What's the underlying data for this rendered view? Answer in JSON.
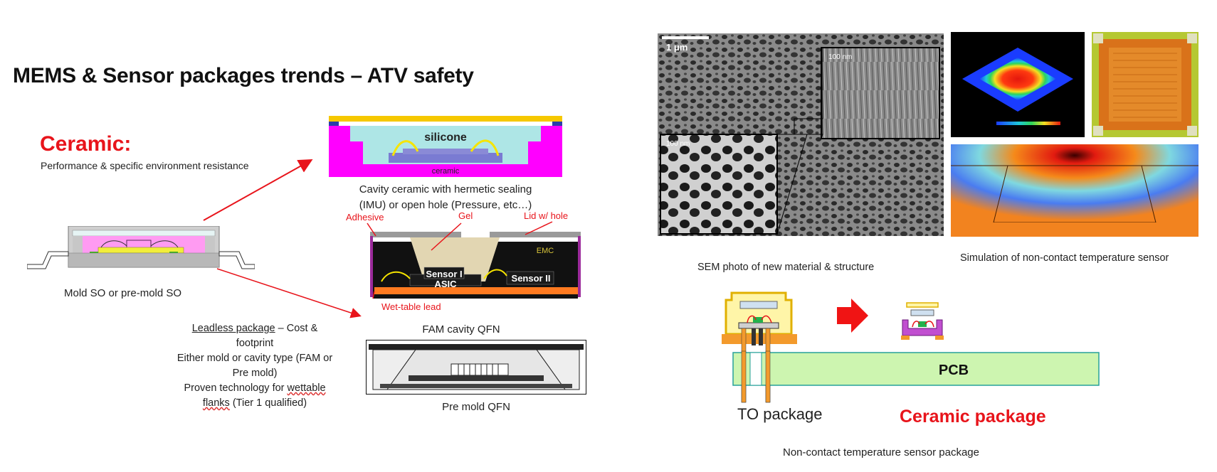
{
  "title": "MEMS & Sensor packages trends – ATV safety",
  "ceramic": {
    "heading": "Ceramic:",
    "subtitle": "Performance & specific environment resistance"
  },
  "cavity_ceramic": {
    "label_silicone": "silicone",
    "label_ceramic": "ceramic",
    "caption_line1": "Cavity ceramic with hermetic sealing",
    "caption_line2": "(IMU) or open hole (Pressure, etc…)"
  },
  "mold_so": {
    "caption": "Mold SO or pre-mold SO"
  },
  "fam_qfn": {
    "label_adhesive": "Adhesive",
    "label_gel": "Gel",
    "label_lid": "Lid w/ hole",
    "label_emc": "EMC",
    "label_sensor1": "Sensor I",
    "label_asic": "ASIC",
    "label_sensor2": "Sensor II",
    "label_lead": "Wet-table lead",
    "caption": "FAM cavity QFN"
  },
  "premold_qfn": {
    "caption": "Pre mold QFN"
  },
  "leadless": {
    "line1_underlined": "Leadless package",
    "line1_rest": " – Cost &",
    "line2": "footprint",
    "line3": "Either mold or cavity type (FAM or",
    "line4": "Pre mold)",
    "line5_a": "Proven technology for ",
    "line5_b": "wettable",
    "line6_a": "flanks",
    "line6_b": " (Tier 1 qualified)"
  },
  "sem": {
    "scale_main": "1 μm",
    "scale_inset_top": "100 nm",
    "scale_inset_bottom": "100 nm",
    "caption": "SEM photo of new material & structure"
  },
  "simulation": {
    "caption": "Simulation of non-contact temperature sensor"
  },
  "temp_package": {
    "pcb_label": "PCB",
    "to_label": "TO package",
    "ceramic_label": "Ceramic package",
    "caption": "Non-contact temperature sensor package"
  },
  "colors": {
    "accent_red": "#e8141b",
    "magenta": "#ff00ff",
    "pcb_green": "#cdf5b0",
    "lid_yellow": "#f6c800",
    "orange": "#f39a2c"
  }
}
